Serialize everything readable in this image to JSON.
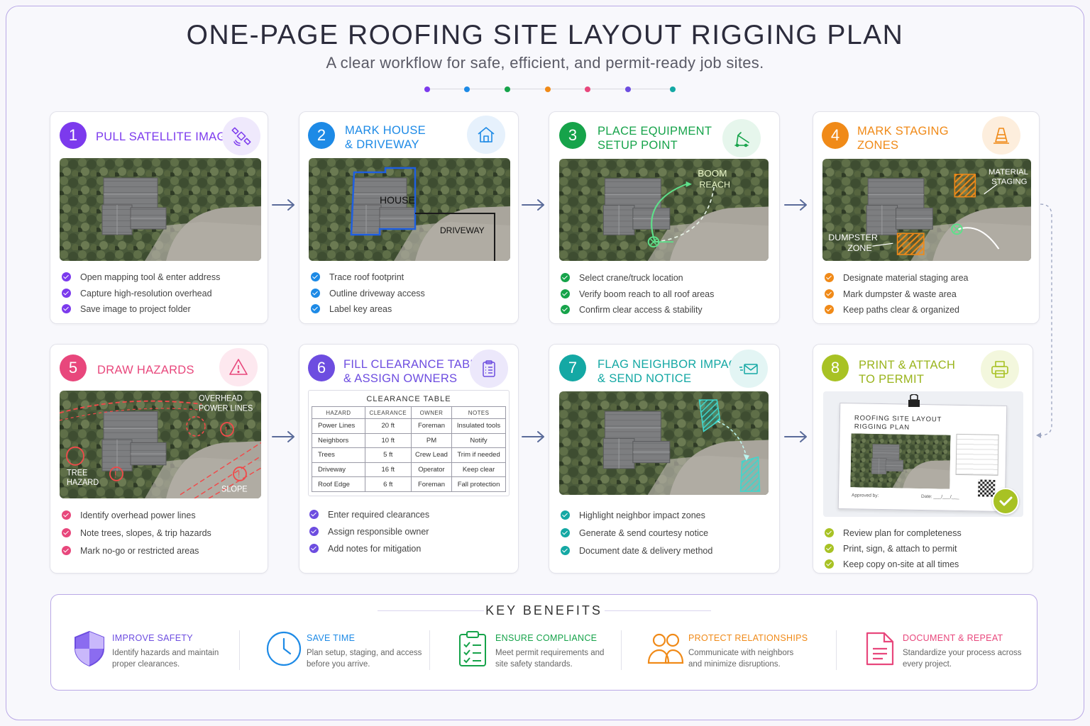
{
  "header": {
    "title": "ONE-PAGE ROOFING SITE LAYOUT RIGGING PLAN",
    "subtitle": "A clear workflow for safe, efficient, and permit-ready job sites."
  },
  "colors": {
    "purple": "#7c3aed",
    "blue": "#1d8ae6",
    "green": "#16a34a",
    "orange": "#f08a18",
    "pink": "#e8477c",
    "violet": "#6d4de0",
    "teal": "#14a8a4",
    "lime": "#a8c224"
  },
  "steps": [
    {
      "number": "1",
      "title_line1": "PULL SATELLITE IMAGE",
      "title_line2": "",
      "icon": "satellite-icon",
      "items": [
        "Open mapping tool & enter address",
        "Capture high-resolution overhead",
        "Save image to project folder"
      ]
    },
    {
      "number": "2",
      "title_line1": "MARK HOUSE",
      "title_line2": "& DRIVEWAY",
      "icon": "house-icon",
      "labels": {
        "house": "HOUSE",
        "driveway": "DRIVEWAY"
      },
      "items": [
        "Trace roof footprint",
        "Outline driveway access",
        "Label key areas"
      ]
    },
    {
      "number": "3",
      "title_line1": "PLACE EQUIPMENT",
      "title_line2": "SETUP POINT",
      "icon": "crane-icon",
      "labels": {
        "boom1": "BOOM",
        "boom2": "REACH"
      },
      "items": [
        "Select crane/truck location",
        "Verify boom reach to all roof areas",
        "Confirm clear access & stability"
      ]
    },
    {
      "number": "4",
      "title_line1": "MARK STAGING",
      "title_line2": "ZONES",
      "icon": "traffic-cone-icon",
      "labels": {
        "material1": "MATERIAL",
        "material2": "STAGING",
        "dumpster1": "DUMPSTER",
        "dumpster2": "ZONE"
      },
      "items": [
        "Designate material staging area",
        "Mark dumpster & waste area",
        "Keep paths clear & organized"
      ]
    },
    {
      "number": "5",
      "title_line1": "DRAW HAZARDS",
      "title_line2": "",
      "icon": "warning-icon",
      "labels": {
        "power1": "OVERHEAD",
        "power2": "POWER LINES",
        "tree1": "TREE",
        "tree2": "HAZARD",
        "slope": "SLOPE"
      },
      "items": [
        "Identify overhead power lines",
        "Note trees, slopes, & trip hazards",
        "Mark no-go or restricted areas"
      ]
    },
    {
      "number": "6",
      "title_line1": "FILL CLEARANCE TABLE",
      "title_line2": "& ASSIGN OWNERS",
      "icon": "clipboard-icon",
      "items": [
        "Enter required clearances",
        "Assign responsible owner",
        "Add notes for mitigation"
      ]
    },
    {
      "number": "7",
      "title_line1": "FLAG NEIGHBOR IMPACTS",
      "title_line2": "& SEND NOTICE",
      "icon": "send-mail-icon",
      "items": [
        "Highlight neighbor impact zones",
        "Generate & send courtesy notice",
        "Document date & delivery method"
      ]
    },
    {
      "number": "8",
      "title_line1": "PRINT & ATTACH",
      "title_line2": "TO PERMIT",
      "icon": "printer-icon",
      "labels": {
        "doc1": "ROOFING SITE LAYOUT",
        "doc2": "RIGGING PLAN",
        "approved": "Approved by:",
        "date": "Date: ___/___/___"
      },
      "items": [
        "Review plan for completeness",
        "Print, sign, & attach to permit",
        "Keep copy on-site at all times"
      ]
    }
  ],
  "clearance_table": {
    "title": "CLEARANCE TABLE",
    "headers": [
      "HAZARD",
      "CLEARANCE",
      "OWNER",
      "NOTES"
    ],
    "rows": [
      [
        "Power Lines",
        "20 ft",
        "Foreman",
        "Insulated tools"
      ],
      [
        "Neighbors",
        "10 ft",
        "PM",
        "Notify"
      ],
      [
        "Trees",
        "5 ft",
        "Crew Lead",
        "Trim if needed"
      ],
      [
        "Driveway",
        "16 ft",
        "Operator",
        "Keep clear"
      ],
      [
        "Roof Edge",
        "6 ft",
        "Foreman",
        "Fall protection"
      ]
    ]
  },
  "benefits": {
    "title": "KEY BENEFITS",
    "items": [
      {
        "name": "IMPROVE SAFETY",
        "desc": "Identify hazards and maintain proper clearances.",
        "icon": "shield-icon"
      },
      {
        "name": "SAVE TIME",
        "desc": "Plan setup, staging, and access before you arrive.",
        "icon": "clock-icon"
      },
      {
        "name": "ENSURE COMPLIANCE",
        "desc": "Meet permit requirements and site safety standards.",
        "icon": "checklist-icon"
      },
      {
        "name": "PROTECT RELATIONSHIPS",
        "desc": "Communicate with neighbors and minimize disruptions.",
        "icon": "people-icon"
      },
      {
        "name": "DOCUMENT & REPEAT",
        "desc": "Standardize your process across every project.",
        "icon": "document-icon"
      }
    ]
  }
}
